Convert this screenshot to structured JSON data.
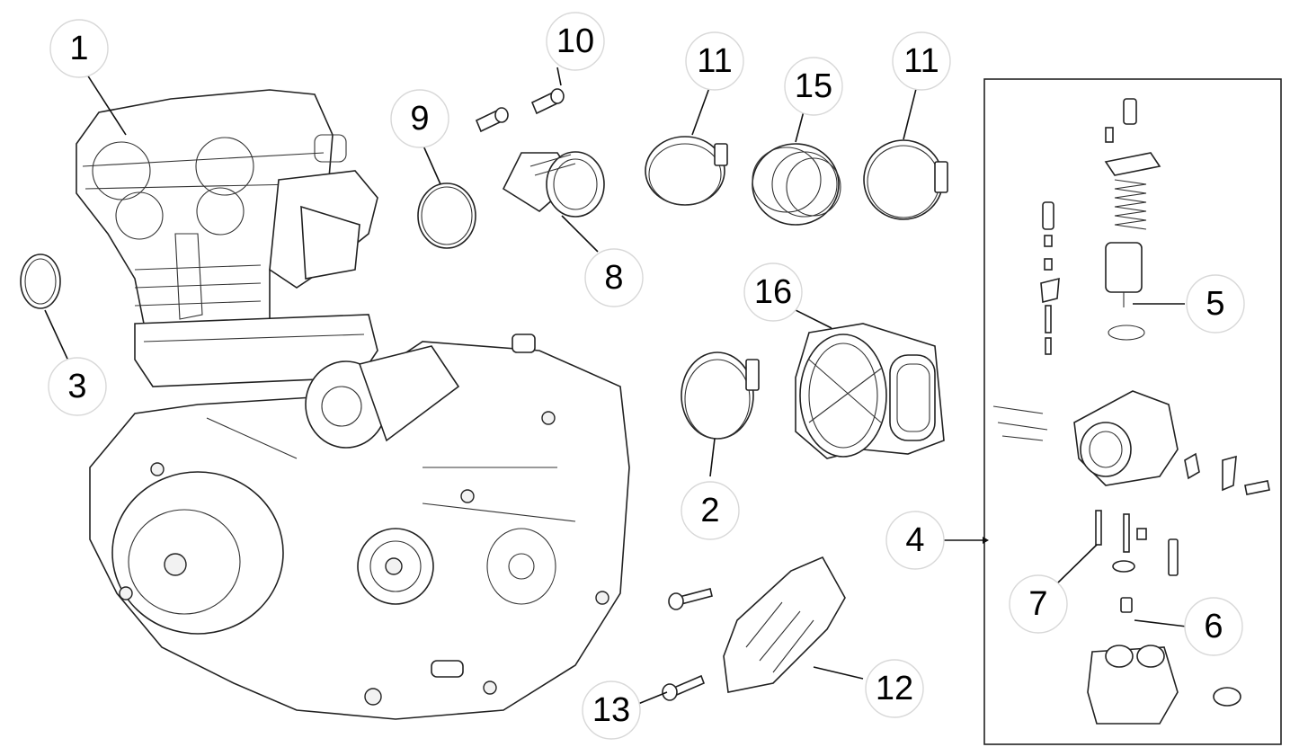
{
  "callouts": [
    {
      "id": "c1",
      "label": "1"
    },
    {
      "id": "c2",
      "label": "2"
    },
    {
      "id": "c3",
      "label": "3"
    },
    {
      "id": "c4",
      "label": "4"
    },
    {
      "id": "c5",
      "label": "5"
    },
    {
      "id": "c6",
      "label": "6"
    },
    {
      "id": "c7",
      "label": "7"
    },
    {
      "id": "c8",
      "label": "8"
    },
    {
      "id": "c9",
      "label": "9"
    },
    {
      "id": "c10",
      "label": "10"
    },
    {
      "id": "c11a",
      "label": "11"
    },
    {
      "id": "c11b",
      "label": "11"
    },
    {
      "id": "c12",
      "label": "12"
    },
    {
      "id": "c13",
      "label": "13"
    },
    {
      "id": "c15",
      "label": "15"
    },
    {
      "id": "c16",
      "label": "16"
    }
  ]
}
